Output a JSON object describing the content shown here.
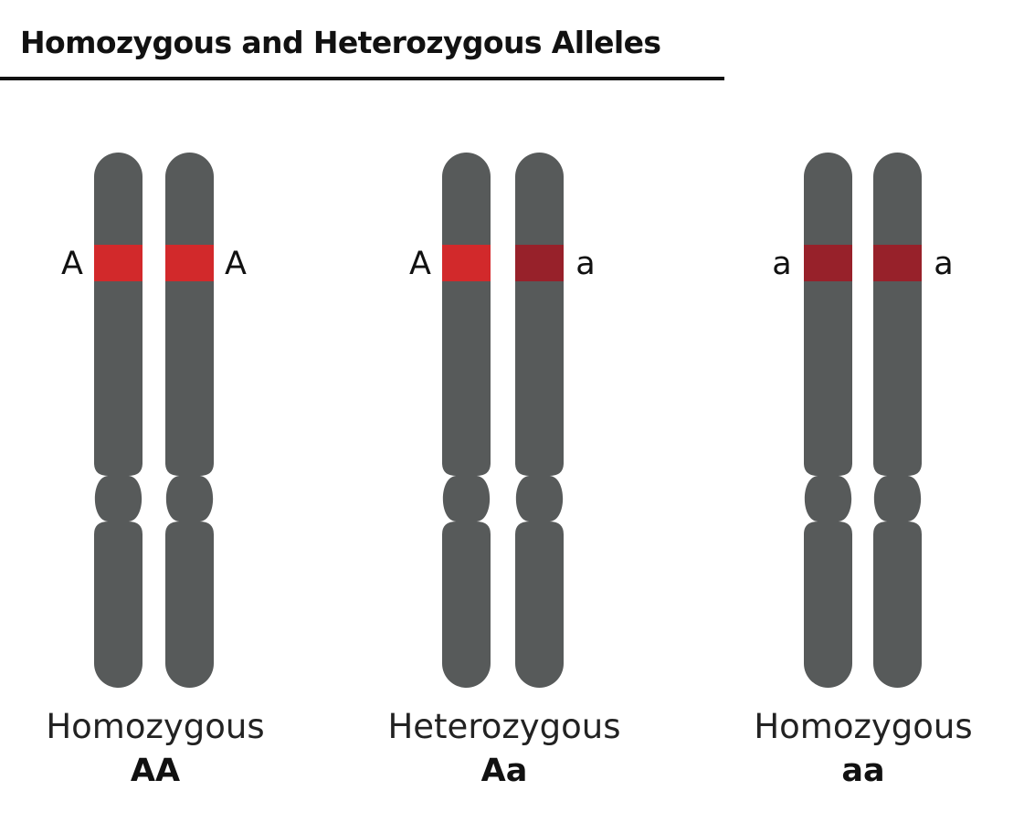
{
  "title": "Homozygous and Heterozygous Alleles",
  "colors": {
    "chromosome": "#575a5a",
    "dominant_band": "#d2292b",
    "recessive_band": "#97212a",
    "text": "#111111"
  },
  "pairs": [
    {
      "type": "Homozygous",
      "genotype": "AA",
      "alleles": [
        {
          "label": "A",
          "kind": "dominant"
        },
        {
          "label": "A",
          "kind": "dominant"
        }
      ]
    },
    {
      "type": "Heterozygous",
      "genotype": "Aa",
      "alleles": [
        {
          "label": "A",
          "kind": "dominant"
        },
        {
          "label": "a",
          "kind": "recessive"
        }
      ]
    },
    {
      "type": "Homozygous",
      "genotype": "aa",
      "alleles": [
        {
          "label": "a",
          "kind": "recessive"
        },
        {
          "label": "a",
          "kind": "recessive"
        }
      ]
    }
  ]
}
